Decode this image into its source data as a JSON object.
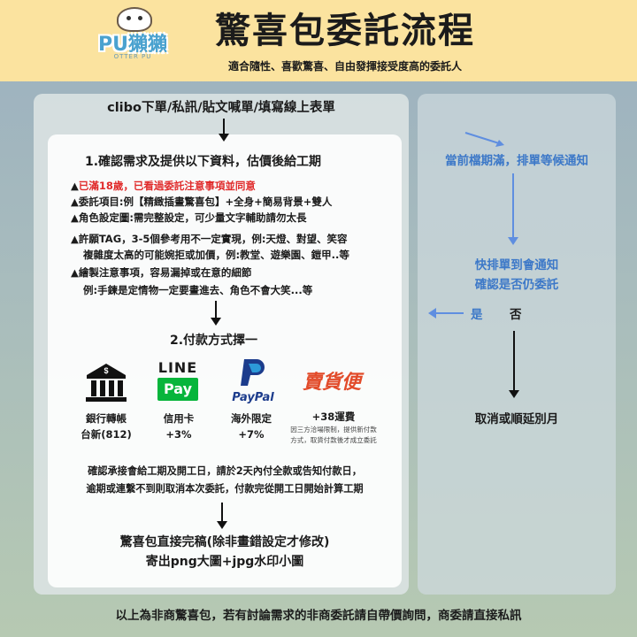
{
  "header": {
    "logo_text": "PU獺獺",
    "logo_sub": "OTTER PU",
    "title": "驚喜包委託流程",
    "subtitle": "適合隨性、喜歡驚喜、自由發揮接受度高的委託人"
  },
  "flow": {
    "top_line": "clibo下單/私訊/貼文喊單/填寫線上表單",
    "step1_title": "1.確認需求及提供以下資料，估價後給工期",
    "requirements": [
      {
        "text": "已滿18歲，已看過委託注意事項並同意",
        "red": true
      },
      {
        "text": "委託項目:例【精緻插畫驚喜包】+全身+簡易背景+雙人"
      },
      {
        "text": "角色設定圖:需完整設定，可少量文字輔助請勿太長"
      },
      {
        "text": "許願TAG，3-5個參考用不一定實現，例:天燈、對望、笑容"
      },
      {
        "text": "複雜度太高的可能婉拒或加價，例:教堂、遊樂園、鎧甲..等",
        "indent": true
      },
      {
        "text": "繪製注意事項，容易漏掉或在意的細節"
      },
      {
        "text": "例:手鍊是定情物一定要畫進去、角色不會大笑...等",
        "indent": true
      }
    ],
    "step2_title": "2.付款方式擇一",
    "payments": [
      {
        "icon": "bank-icon",
        "line1": "銀行轉帳",
        "line2": "台新(812)"
      },
      {
        "icon": "line-pay-icon",
        "logo_top": "LINE",
        "logo_bottom": "Pay",
        "line1": "信用卡",
        "line2": "+3%"
      },
      {
        "icon": "paypal-icon",
        "logo_text": "PayPal",
        "line1": "海外限定",
        "line2": "+7%"
      },
      {
        "icon": "maihuobian-icon",
        "logo_text": "賣貨便",
        "line1": "+38運費",
        "line2": "因三方洽場限制，提供新付款",
        "line3": "方式，取貨付款後才成立委託"
      }
    ],
    "confirm_note": [
      "確認承接會給工期及開工日，請於2天內付全款或告知付款日，",
      "逾期或連繫不到則取消本次委託，付款完從開工日開始計算工期"
    ],
    "final_line1": "驚喜包直接完稿(除非畫錯設定才修改)",
    "final_line2": "寄出png大圖+jpg水印小圖"
  },
  "side": {
    "full_notice": "當前檔期滿，排單等候通知",
    "notify_line1": "快排單到會通知",
    "notify_line2": "確認是否仍委託",
    "yes": "是",
    "no": "否",
    "cancel": "取消或順延別月"
  },
  "footer": "以上為非商驚喜包，若有討論需求的非商委託請自帶價詢問，商委請直接私訊",
  "colors": {
    "header_bg": "#fbe39f",
    "red": "#e02a2a",
    "blue": "#3c78c8",
    "linepay_green": "#07b53b",
    "paypal_blue": "#1c3c8c",
    "maihuo_red": "#e24b2a"
  }
}
